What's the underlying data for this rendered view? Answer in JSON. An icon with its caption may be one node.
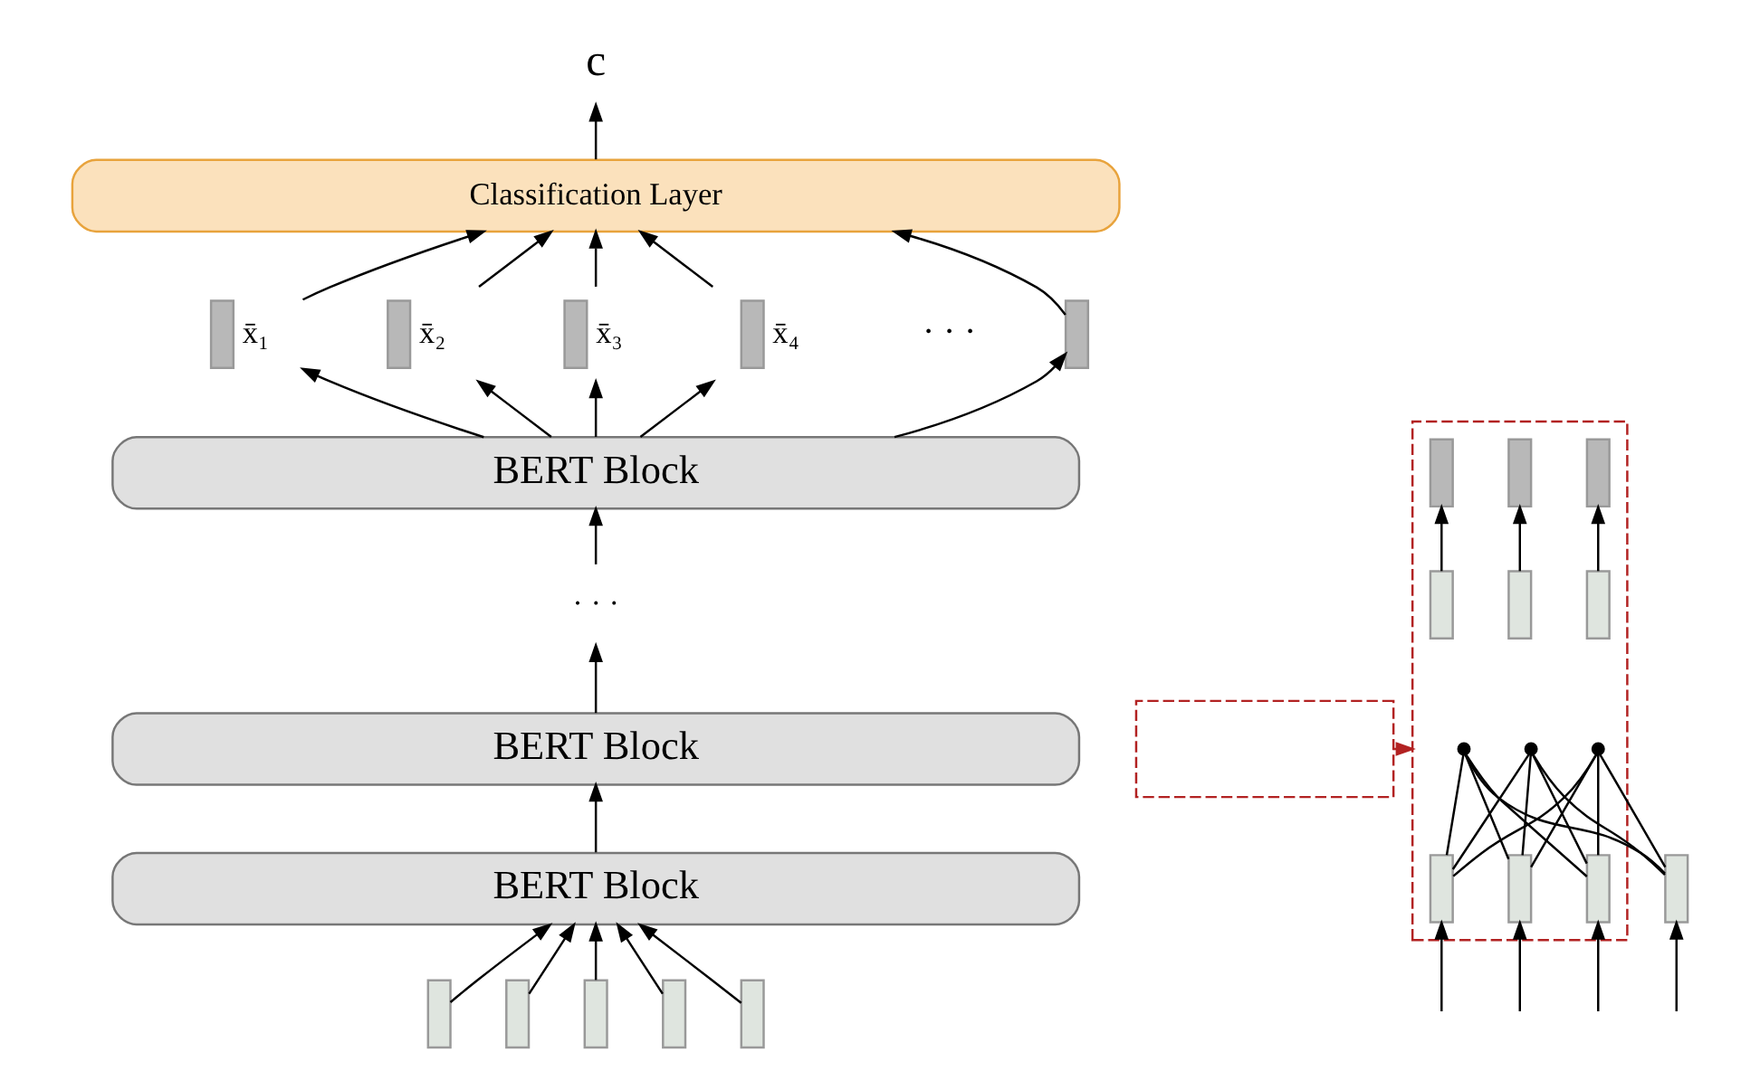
{
  "diagram": {
    "nodes": [
      {
        "text": [
          "c"
        ]
      },
      {
        "text": [
          "Classification Layer"
        ]
      },
      {
        "text": [],
        "shape": "bar",
        "beside": [
          "x̄₁"
        ]
      },
      {
        "text": [],
        "shape": "bar",
        "beside": [
          "x̄₂"
        ]
      },
      {
        "text": [],
        "shape": "bar",
        "beside": [
          "x̄₃"
        ]
      },
      {
        "text": [],
        "shape": "bar",
        "beside": [
          "x̄₄"
        ]
      },
      {
        "text": [],
        "shape": "bar"
      },
      {
        "text": [
          "BERT Block"
        ]
      },
      {
        "text": [
          "· · ·"
        ]
      },
      {
        "text": [
          "BERT Block"
        ]
      },
      {
        "text": [
          "BERT Block"
        ]
      },
      {
        "text": [],
        "shape": "bar"
      },
      {
        "text": [],
        "shape": "bar"
      },
      {
        "text": [],
        "shape": "bar"
      },
      {
        "text": [],
        "shape": "bar"
      },
      {
        "text": [],
        "shape": "bar"
      },
      {
        "text": [],
        "shape": "box"
      },
      {
        "text": [],
        "shape": "box"
      },
      {
        "text": [],
        "shape": "bar",
        "in": 17
      },
      {
        "text": [],
        "shape": "bar",
        "in": 17
      },
      {
        "text": [],
        "shape": "bar",
        "in": 17
      },
      {
        "text": [],
        "shape": "bar",
        "in": 17
      },
      {
        "text": [],
        "shape": "bar",
        "in": 17
      },
      {
        "text": [],
        "shape": "bar",
        "in": 17
      },
      {
        "text": [],
        "shape": "circle",
        "in": 17
      },
      {
        "text": [],
        "shape": "circle",
        "in": 17
      },
      {
        "text": [],
        "shape": "circle",
        "in": 17
      },
      {
        "text": [],
        "shape": "bar",
        "in": 17
      },
      {
        "text": [],
        "shape": "bar",
        "in": 17
      },
      {
        "text": [],
        "shape": "bar",
        "in": 17
      },
      {
        "text": [],
        "shape": "bar"
      }
    ],
    "edges": [
      {
        "from": 1,
        "to": 0,
        "arrow": "to"
      },
      {
        "from": 2,
        "to": 1,
        "arrow": "to"
      },
      {
        "from": 3,
        "to": 1,
        "arrow": "to"
      },
      {
        "from": 4,
        "to": 1,
        "arrow": "to"
      },
      {
        "from": 5,
        "to": 1,
        "arrow": "to"
      },
      {
        "from": 6,
        "to": 1,
        "arrow": "to"
      },
      {
        "from": 7,
        "to": 2,
        "arrow": "to"
      },
      {
        "from": 7,
        "to": 3,
        "arrow": "to"
      },
      {
        "from": 7,
        "to": 4,
        "arrow": "to"
      },
      {
        "from": 7,
        "to": 5,
        "arrow": "to"
      },
      {
        "from": 7,
        "to": 6,
        "arrow": "to"
      },
      {
        "from": 8,
        "to": 7,
        "arrow": "to"
      },
      {
        "from": 9,
        "to": 8,
        "arrow": "to"
      },
      {
        "from": 10,
        "to": 9,
        "arrow": "to"
      },
      {
        "from": 11,
        "to": 10,
        "arrow": "to"
      },
      {
        "from": 12,
        "to": 10,
        "arrow": "to"
      },
      {
        "from": 13,
        "to": 10,
        "arrow": "to"
      },
      {
        "from": 14,
        "to": 10,
        "arrow": "to"
      },
      {
        "from": 15,
        "to": 10,
        "arrow": "to"
      },
      {
        "from": 16,
        "to": 17,
        "arrow": "to",
        "style": "dashed",
        "color": "#b22222"
      },
      {
        "from": 21,
        "to": 18,
        "arrow": "to"
      },
      {
        "from": 22,
        "to": 19,
        "arrow": "to"
      },
      {
        "from": 23,
        "to": 20,
        "arrow": "to"
      },
      {
        "from": 24,
        "to": 27,
        "arrow": "none"
      },
      {
        "from": 24,
        "to": 28,
        "arrow": "none"
      },
      {
        "from": 24,
        "to": 29,
        "arrow": "none"
      },
      {
        "from": 24,
        "to": 30,
        "arrow": "none"
      },
      {
        "from": 25,
        "to": 27,
        "arrow": "none"
      },
      {
        "from": 25,
        "to": 28,
        "arrow": "none"
      },
      {
        "from": 25,
        "to": 29,
        "arrow": "none"
      },
      {
        "from": 25,
        "to": 30,
        "arrow": "none"
      },
      {
        "from": 26,
        "to": 27,
        "arrow": "none"
      },
      {
        "from": 26,
        "to": 28,
        "arrow": "none"
      },
      {
        "from": 26,
        "to": 29,
        "arrow": "none"
      },
      {
        "from": 26,
        "to": 30,
        "arrow": "none"
      },
      {
        "from": null,
        "to": 27,
        "arrow": "to"
      },
      {
        "from": null,
        "to": 28,
        "arrow": "to"
      },
      {
        "from": null,
        "to": 29,
        "arrow": "to"
      },
      {
        "from": null,
        "to": 30,
        "arrow": "to"
      }
    ],
    "labels": [
      "· · ·"
    ]
  }
}
